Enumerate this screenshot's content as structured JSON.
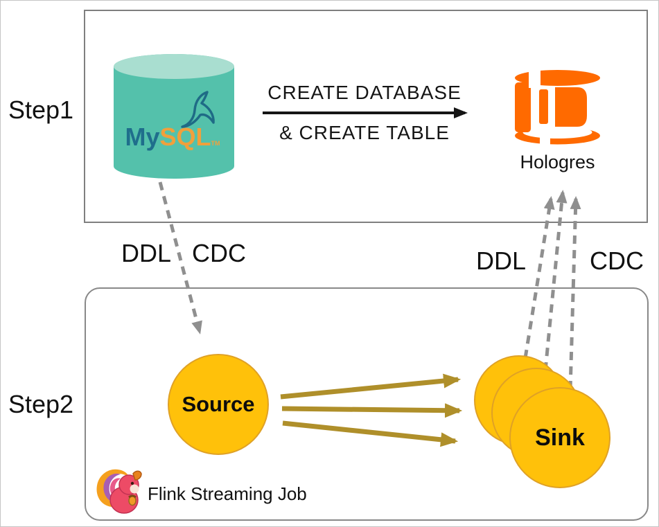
{
  "colors": {
    "mysql_teal_body": "#54C1AB",
    "mysql_teal_top": "#A9DED0",
    "mysql_word_blue": "#1F6E8C",
    "mysql_word_orange": "#F0A03C",
    "hologres_orange": "#FF6A00",
    "node_fill": "#FFC10A",
    "node_border": "#DFA126",
    "flow_arrow_gold": "#AF8F2A",
    "dashed_arrow_gray": "#8F8F8F",
    "box_border_gray": "#7F7F7F",
    "text_black": "#111111"
  },
  "step1": {
    "label": "Step1",
    "mysql": {
      "word_my": "My",
      "word_sql": "SQL",
      "trademark": "TM"
    },
    "arrow_label_line1": "CREATE DATABASE",
    "arrow_label_line2": "& CREATE TABLE",
    "hologres_label": "Hologres"
  },
  "links": {
    "left_ddl": "DDL",
    "left_cdc": "CDC",
    "right_ddl": "DDL",
    "right_cdc": "CDC"
  },
  "step2": {
    "label": "Step2",
    "source_label": "Source",
    "sink_label": "Sink",
    "flink_label": "Flink Streaming Job"
  },
  "icons": [
    "mysql-cylinder-icon",
    "hologres-icon",
    "flink-squirrel-icon"
  ]
}
